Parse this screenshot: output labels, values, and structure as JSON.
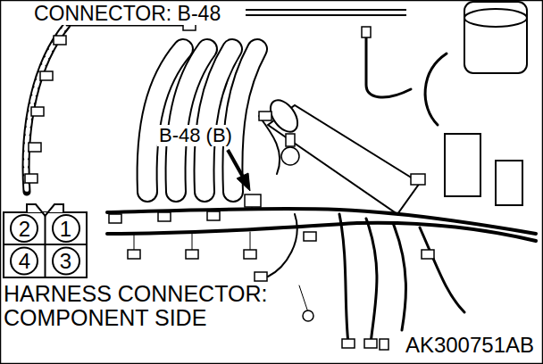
{
  "diagram": {
    "title": "CONNECTOR: B-48",
    "caption": "HARNESS CONNECTOR: COMPONENT SIDE",
    "nodes": [
      {
        "text": [
          "2"
        ]
      },
      {
        "text": [
          "1"
        ]
      },
      {
        "text": [
          "4"
        ]
      },
      {
        "text": [
          "3"
        ]
      }
    ],
    "labels": [
      "B-48 (B)",
      "AK300751AB"
    ]
  }
}
